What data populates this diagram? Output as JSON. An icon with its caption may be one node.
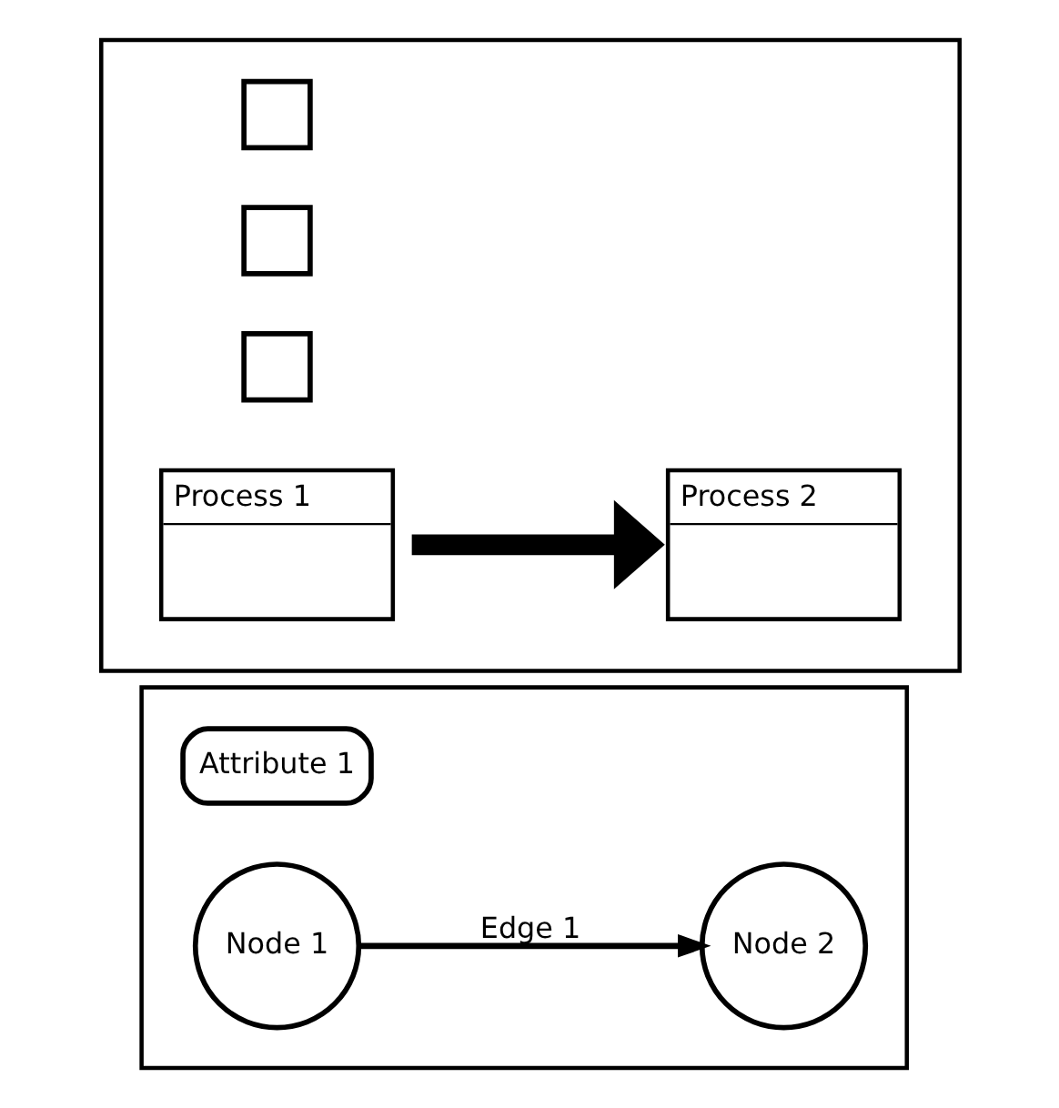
{
  "diagram": {
    "nodes": [
      {
        "text": [],
        "shape": "box"
      },
      {
        "text": [],
        "shape": "box",
        "in": 0
      },
      {
        "text": [],
        "shape": "box",
        "in": 0
      },
      {
        "text": [],
        "shape": "box",
        "in": 0
      },
      {
        "text": [
          "Process 1"
        ],
        "in": 0
      },
      {
        "text": [
          "Process 2"
        ],
        "in": 0
      },
      {
        "text": [],
        "shape": "box"
      },
      {
        "text": [
          "Attribute 1"
        ],
        "in": 6
      },
      {
        "text": [
          "Node 1"
        ],
        "in": 6
      },
      {
        "text": [
          "Node 2"
        ],
        "in": 6
      }
    ],
    "edges": [
      {
        "from": 4,
        "to": 5,
        "arrow": "to",
        "style": "thick"
      },
      {
        "from": 8,
        "to": 9,
        "arrow": "to",
        "label": "Edge 1"
      }
    ]
  }
}
